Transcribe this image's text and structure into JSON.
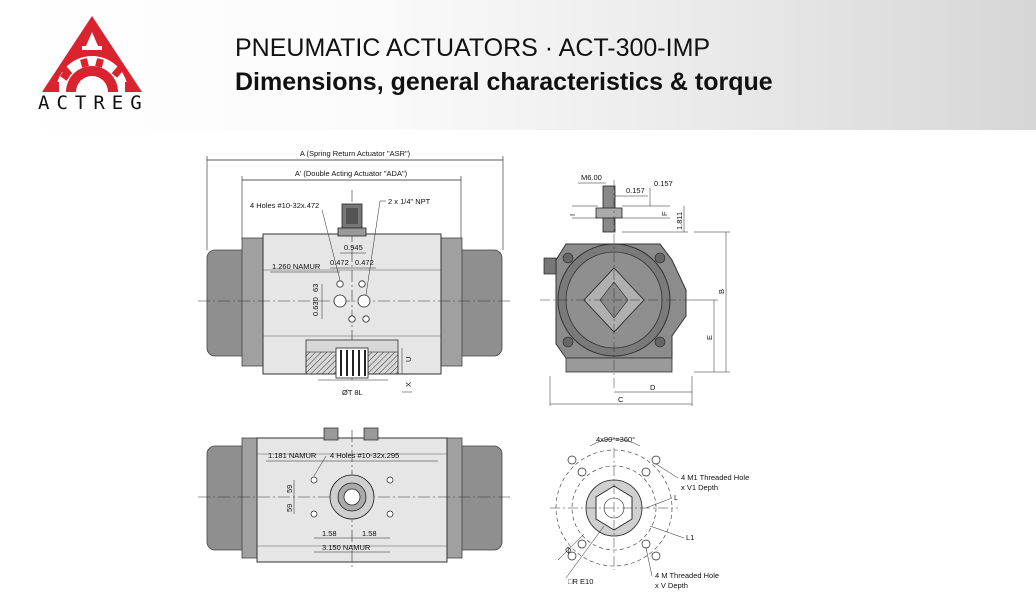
{
  "header": {
    "logo_text": "ACTREG",
    "title_line1": "PNEUMATIC ACTUATORS · ACT-300-IMP",
    "title_line2": "Dimensions, general characteristics & torque",
    "logo_color": "#d9232e"
  },
  "front_view": {
    "dim_a": "A (Spring Return Actuator \"ASR\")",
    "dim_a_prime": "A' (Double Acting Actuator \"ADA\")",
    "holes": "4 Holes #10-32x.472",
    "npt": "2 x 1/4\" NPT",
    "d0945": "0.945",
    "d0472a": "0.472",
    "d0472b": "0.472",
    "namur": "1.260 NAMUR",
    "d0630": "0.630",
    "d063": "63",
    "u": "U",
    "x": "X",
    "bottom": "ØT 8L"
  },
  "side_view": {
    "m6": "M6.00",
    "d0157a": "0.157",
    "d0157b": "0.157",
    "i": "I",
    "f": "F",
    "d1811": "1.811",
    "b": "B",
    "e": "E",
    "d": "D",
    "c": "C"
  },
  "bottom_view": {
    "namur": "1.181 NAMUR",
    "holes": "4 Holes #10-32x.295",
    "d59a": "59",
    "d59b": "59",
    "d158a": "1.58",
    "d158b": "1.58",
    "namur2": "3.150 NAMUR"
  },
  "flange_view": {
    "angle": "4x90°=360°",
    "m1": "4 M1 Threaded Hole",
    "v1": "x V1 Depth",
    "l": "L",
    "l1": "L1",
    "m": "4 M Threaded Hole",
    "v": "x V Depth",
    "re10": "□R E10",
    "phi": "Ø"
  }
}
